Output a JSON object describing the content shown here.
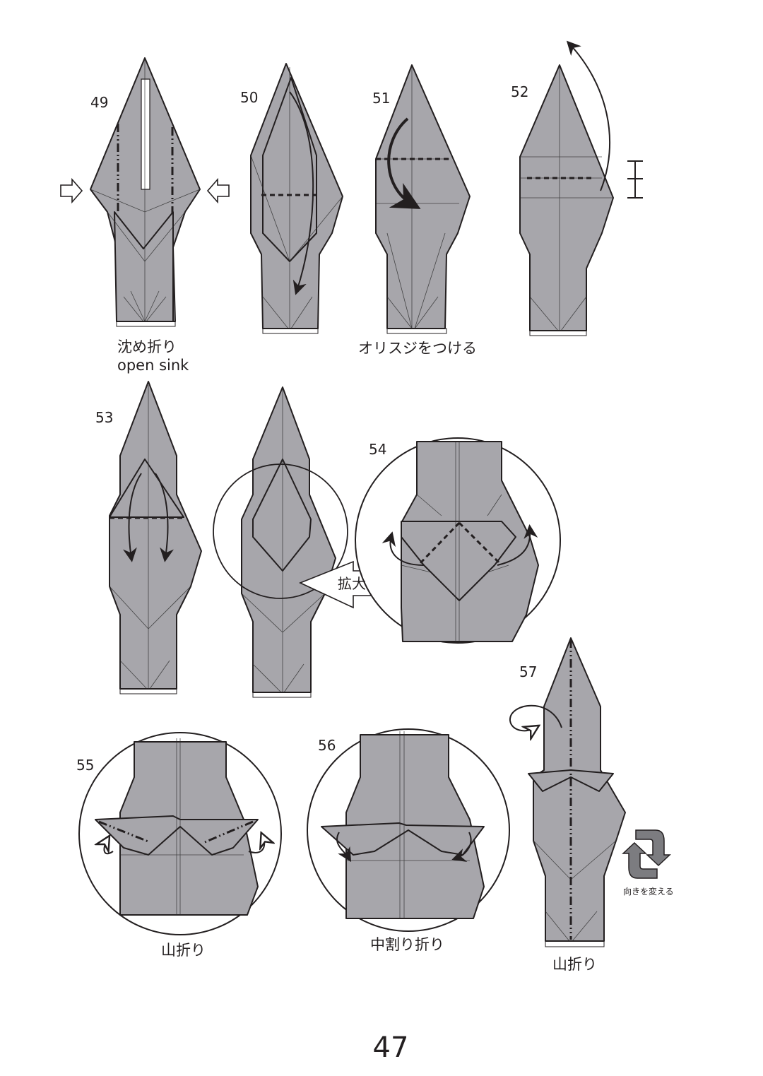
{
  "steps": {
    "s49": "49",
    "s50": "50",
    "s51": "51",
    "s52": "52",
    "s53": "53",
    "s54": "54",
    "s55": "55",
    "s56": "56",
    "s57": "57"
  },
  "captions": {
    "open_sink_jp": "沈め折り",
    "open_sink_en": "open sink",
    "crease": "オリスジをつける",
    "enlarge": "拡大",
    "mountain_55": "山折り",
    "inside_reverse": "中割り折り",
    "mountain_57": "山折り",
    "turn_over": "向きを変える"
  },
  "page_number": "47",
  "colors": {
    "paper": "#a7a6ab",
    "line": "#231f20",
    "background": "#ffffff"
  },
  "icons": [
    "push-arrow-icon",
    "fold-arrow-icon",
    "measure-bracket-icon",
    "enlarge-arrow-icon",
    "rotate-icon"
  ]
}
